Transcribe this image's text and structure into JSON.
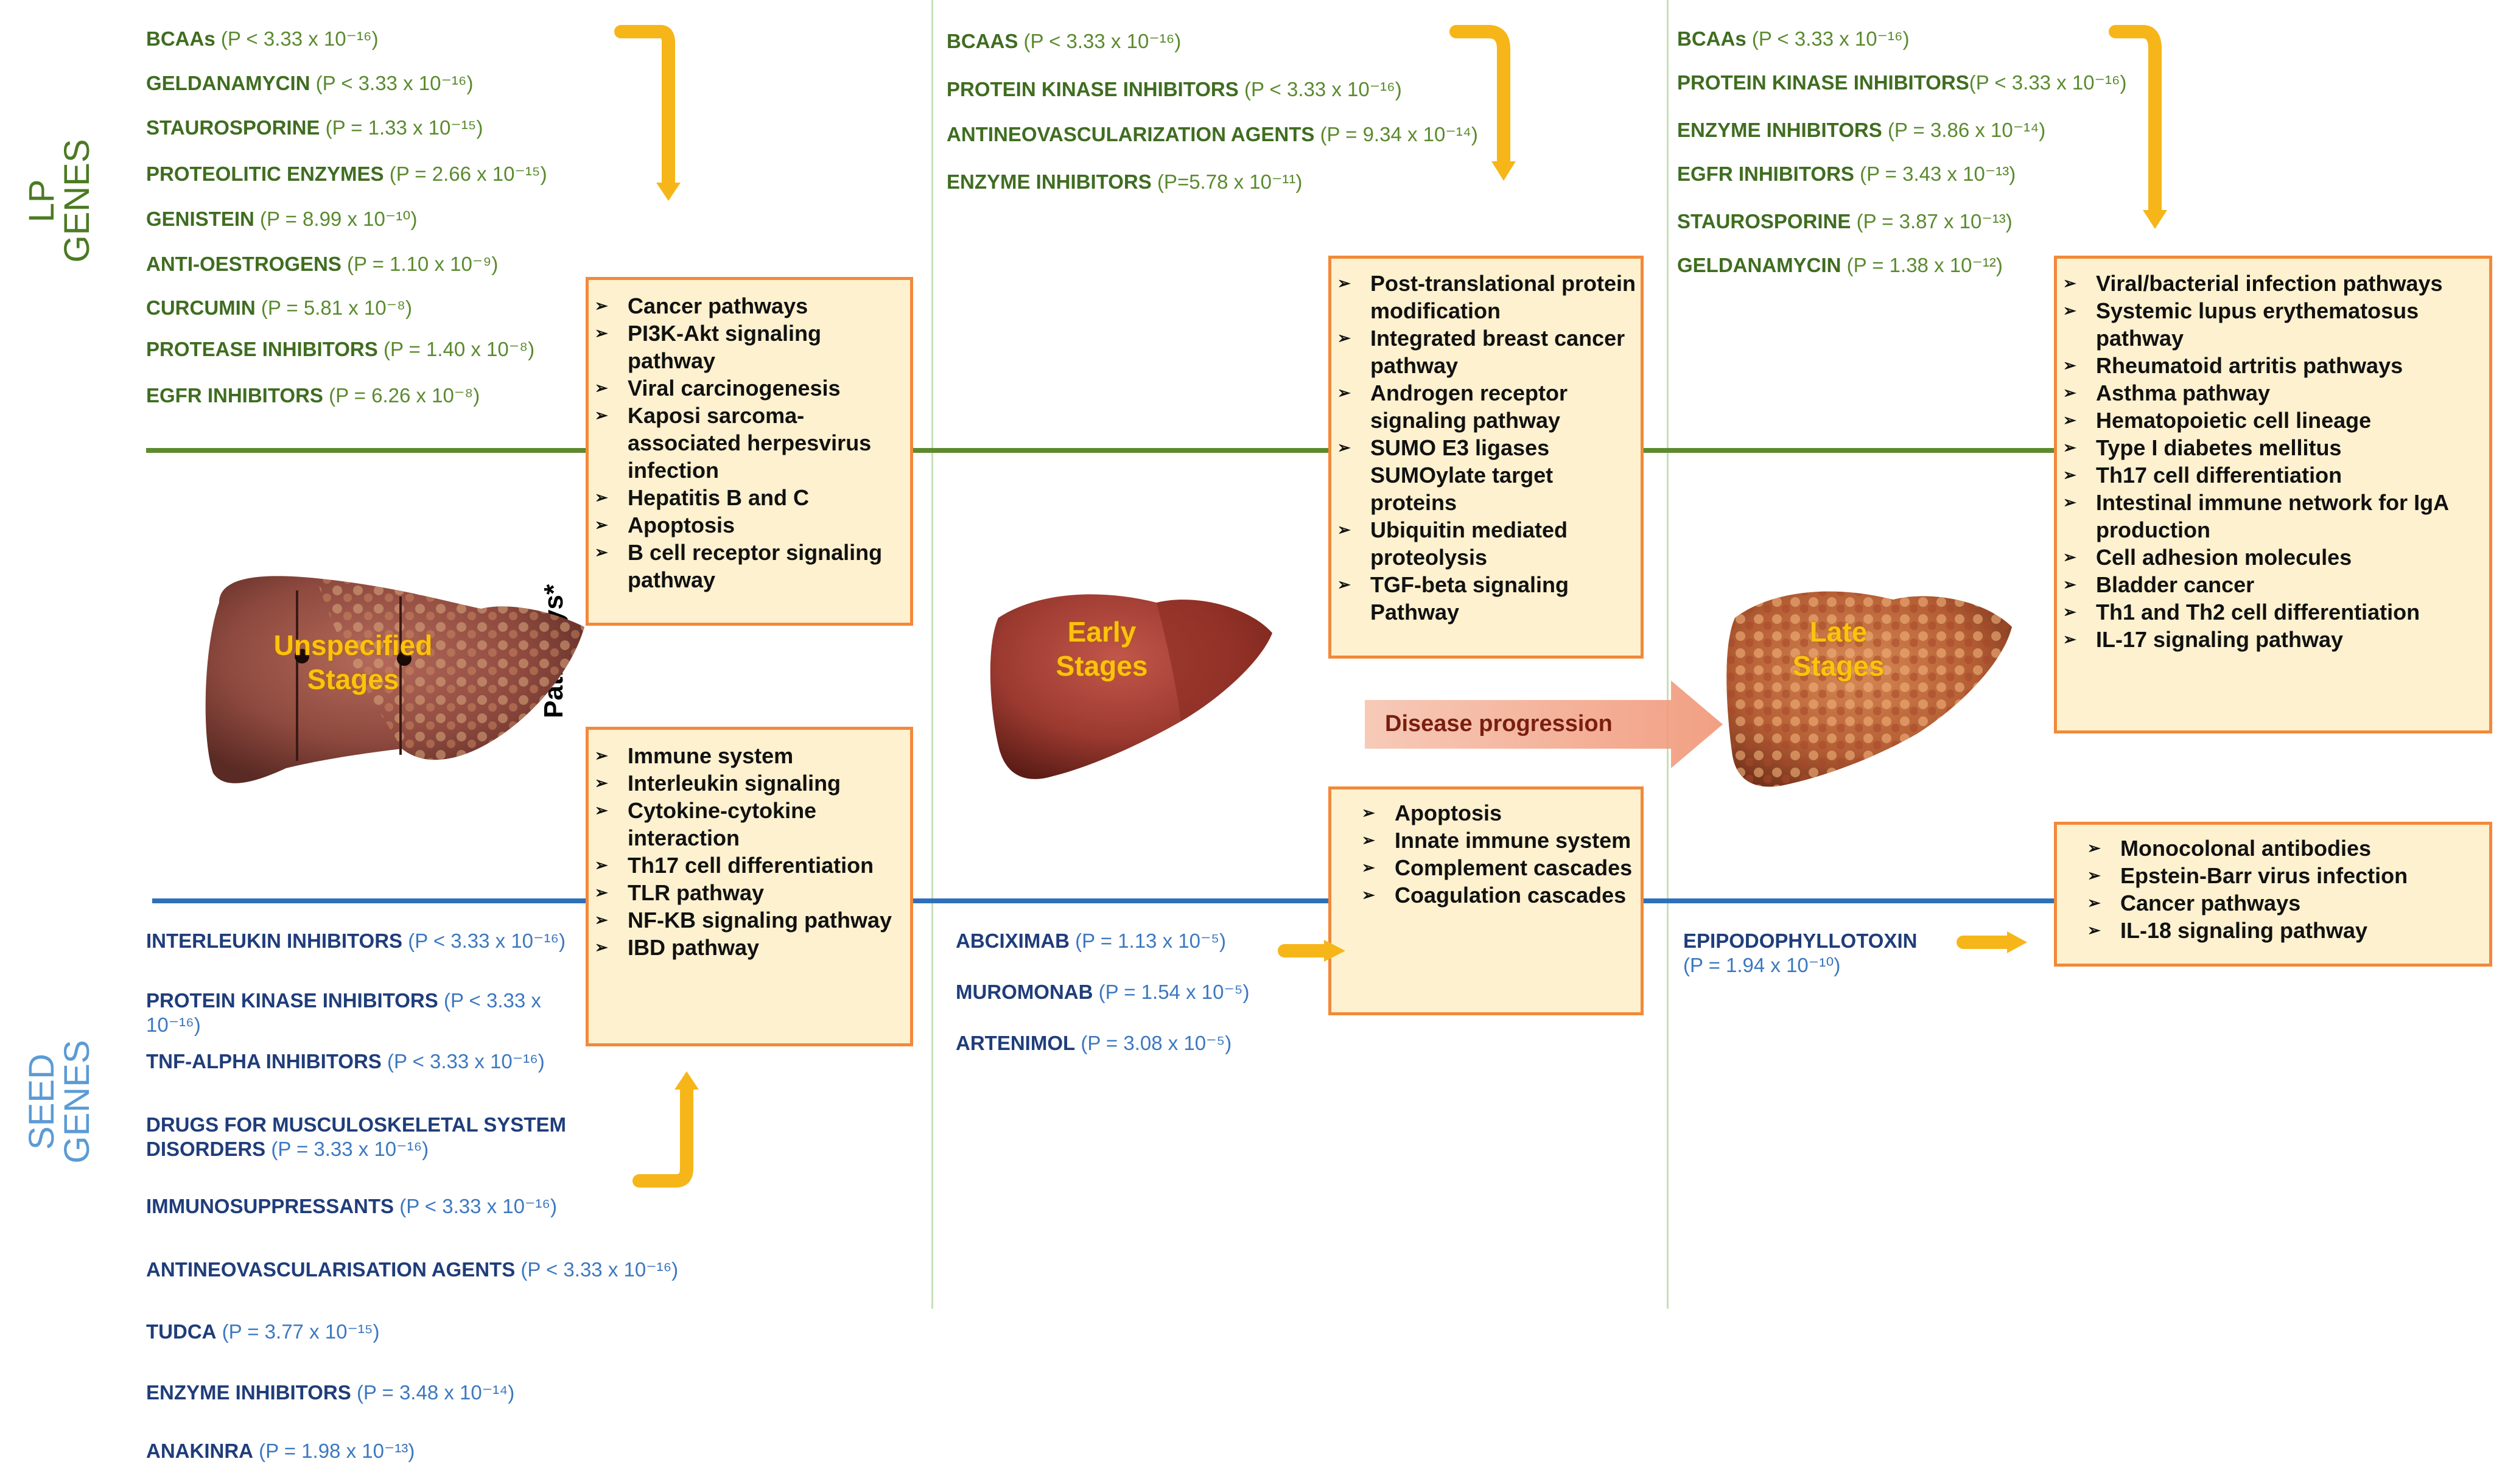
{
  "side_labels": {
    "lp": "LP\nGENES",
    "lp_line1": "LP",
    "lp_line2": "GENES",
    "seed_line1": "SEED",
    "seed_line2": "GENES"
  },
  "stages": {
    "unspecified": {
      "line1": "Unspecified",
      "line2": "Stages"
    },
    "early": {
      "line1": "Early",
      "line2": "Stages"
    },
    "late": {
      "line1": "Late",
      "line2": "Stages"
    }
  },
  "pathways_label": "Pathways*",
  "disease_progression": "Disease progression",
  "lp_drugs": {
    "unspecified": [
      {
        "name": "BCAAs",
        "p": "(P < 3.33 x 10⁻¹⁶)"
      },
      {
        "name": "GELDANAMYCIN",
        "p": "(P < 3.33 x 10⁻¹⁶)"
      },
      {
        "name": "STAUROSPORINE",
        "p": "(P = 1.33 x 10⁻¹⁵)"
      },
      {
        "name": "PROTEOLITIC ENZYMES",
        "p": "(P = 2.66 x 10⁻¹⁵)"
      },
      {
        "name": "GENISTEIN",
        "p": "(P = 8.99 x 10⁻¹⁰)"
      },
      {
        "name": "ANTI-OESTROGENS",
        "p": "(P = 1.10 x 10⁻⁹)"
      },
      {
        "name": "CURCUMIN",
        "p": "(P = 5.81 x 10⁻⁸)"
      },
      {
        "name": "PROTEASE INHIBITORS",
        "p": "(P = 1.40 x 10⁻⁸)"
      },
      {
        "name": "EGFR INHIBITORS",
        "p": "(P = 6.26 x 10⁻⁸)"
      }
    ],
    "early": [
      {
        "name": "BCAAS",
        "p": "(P < 3.33 x 10⁻¹⁶)"
      },
      {
        "name": "PROTEIN KINASE INHIBITORS",
        "p": "(P < 3.33 x 10⁻¹⁶)"
      },
      {
        "name": "ANTINEOVASCULARIZATION AGENTS",
        "p": "(P = 9.34 x 10⁻¹⁴)"
      },
      {
        "name": "ENZYME INHIBITORS",
        "p": "(P=5.78 x 10⁻¹¹)"
      }
    ],
    "late": [
      {
        "name": "BCAAs",
        "p": "(P < 3.33 x 10⁻¹⁶)"
      },
      {
        "name": "PROTEIN KINASE INHIBITORS",
        "p": "(P < 3.33 x 10⁻¹⁶)"
      },
      {
        "name": "ENZYME INHIBITORS",
        "p": "(P = 3.86 x 10⁻¹⁴)"
      },
      {
        "name": "EGFR INHIBITORS",
        "p": "(P = 3.43 x 10⁻¹³)"
      },
      {
        "name": "STAUROSPORINE",
        "p": "(P = 3.87 x 10⁻¹³)"
      },
      {
        "name": "GELDANAMYCIN",
        "p": "(P = 1.38 x 10⁻¹²)"
      }
    ]
  },
  "seed_drugs": {
    "unspecified": [
      {
        "name": "INTERLEUKIN INHIBITORS",
        "p": "(P < 3.33 x 10⁻¹⁶)"
      },
      {
        "name": "PROTEIN KINASE INHIBITORS",
        "p": "(P < 3.33 x 10⁻¹⁶)"
      },
      {
        "name": "TNF-ALPHA INHIBITORS",
        "p": "(P < 3.33 x 10⁻¹⁶)"
      },
      {
        "name": "DRUGS FOR MUSCULOSKELETAL SYSTEM DISORDERS",
        "p": "(P = 3.33 x 10⁻¹⁶)"
      },
      {
        "name": "IMMUNOSUPPRESSANTS",
        "p": "(P < 3.33 x 10⁻¹⁶)"
      },
      {
        "name": "ANTINEOVASCULARISATION AGENTS",
        "p": "(P < 3.33 x 10⁻¹⁶)"
      },
      {
        "name": "TUDCA",
        "p": "(P = 3.77 x 10⁻¹⁵)"
      },
      {
        "name": "ENZYME INHIBITORS",
        "p": "(P = 3.48 x 10⁻¹⁴)"
      },
      {
        "name": "ANAKINRA",
        "p": "(P = 1.98 x 10⁻¹³)"
      }
    ],
    "early": [
      {
        "name": "ABCIXIMAB",
        "p": "(P = 1.13 x 10⁻⁵)"
      },
      {
        "name": "MUROMONAB",
        "p": "(P = 1.54 x 10⁻⁵)"
      },
      {
        "name": "ARTENIMOL",
        "p": "(P = 3.08 x 10⁻⁵)"
      }
    ],
    "late": [
      {
        "name": "EPIPODOPHYLLOTOXIN",
        "p": "(P = 1.94 x 10⁻¹⁰)"
      }
    ]
  },
  "lp_pathways": {
    "unspecified": [
      "Cancer pathways",
      "PI3K-Akt signaling pathway",
      "Viral carcinogenesis",
      "Kaposi sarcoma-associated herpesvirus infection",
      "Hepatitis B and C",
      "Apoptosis",
      "B cell receptor signaling pathway"
    ],
    "early": [
      "Post-translational protein modification",
      "Integrated breast cancer pathway",
      "Androgen receptor signaling pathway",
      "SUMO E3 ligases SUMOylate target proteins",
      "Ubiquitin mediated proteolysis",
      "TGF-beta signaling Pathway"
    ],
    "late": [
      "Viral/bacterial infection pathways",
      "Systemic lupus erythematosus pathway",
      "Rheumatoid artritis pathways",
      "Asthma pathway",
      "Hematopoietic cell lineage",
      "Type I diabetes mellitus",
      "Th17 cell differentiation",
      "Intestinal immune network for IgA production",
      "Cell adhesion molecules",
      "Bladder cancer",
      "Th1 and Th2 cell differentiation",
      "IL-17 signaling pathway"
    ]
  },
  "seed_pathways": {
    "unspecified": [
      "Immune system",
      "Interleukin signaling",
      "Cytokine-cytokine interaction",
      "Th17 cell differentiation",
      "TLR pathway",
      "NF-KB signaling pathway",
      "IBD pathway"
    ],
    "early": [
      "Apoptosis",
      "Innate immune system",
      "Complement cascades",
      "Coagulation cascades"
    ],
    "late": [
      "Monocolonal antibodies",
      "Epstein-Barr virus infection",
      "Cancer pathways",
      "IL-18 signaling pathway"
    ]
  },
  "colors": {
    "lp_line": "#5e8a2f",
    "seed_line": "#2e6fba",
    "box_border": "#f2893a",
    "box_fill": "#fdf1cf",
    "arrow": "#f6b619",
    "stage_label": "#ffc20e"
  }
}
